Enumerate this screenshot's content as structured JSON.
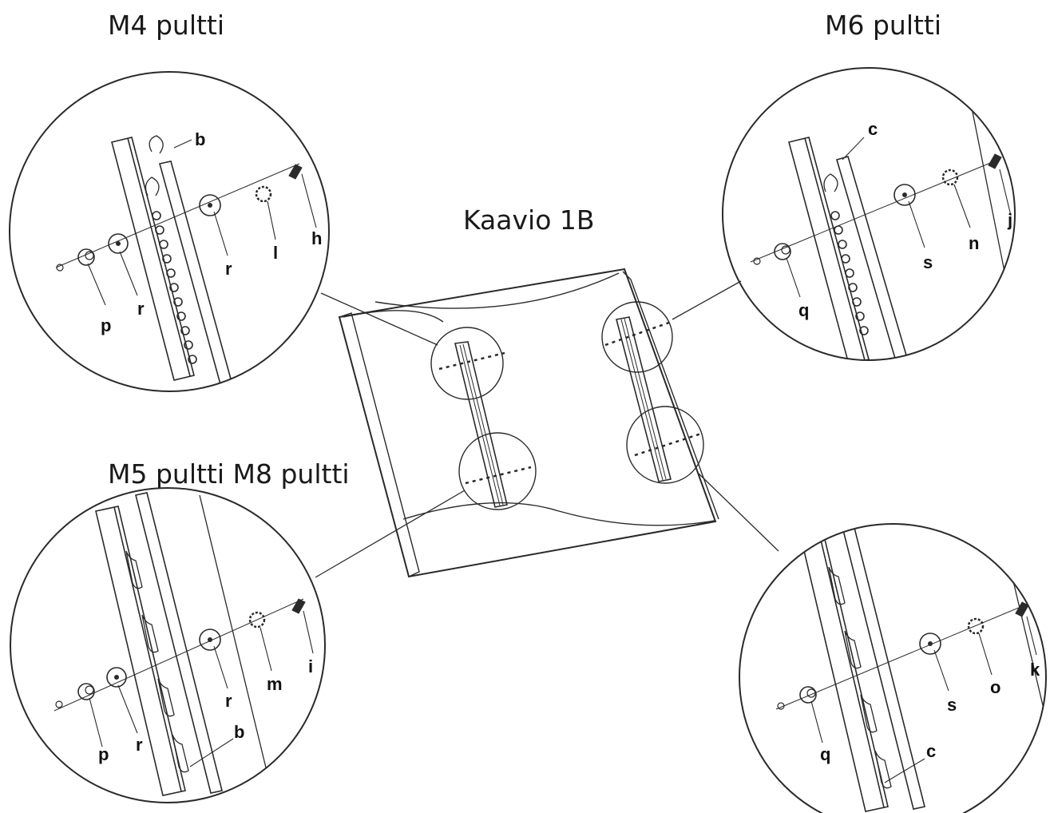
{
  "headings": {
    "m4": "M4 pultti",
    "m6": "M6 pultti",
    "m5_m8": "M5 pultti M8 pultti",
    "center": "Kaavio 1B"
  },
  "callouts": {
    "top_left": {
      "labels": {
        "bracket": "b",
        "screw": "h",
        "washer_outer": "r",
        "lock_washer": "l",
        "washer_inner": "r",
        "spacer": "p"
      }
    },
    "top_right": {
      "labels": {
        "bracket": "c",
        "screw": "j",
        "washer_outer": "s",
        "lock_washer": "n",
        "spacer": "q"
      }
    },
    "bottom_left": {
      "labels": {
        "bracket": "b",
        "screw": "i",
        "washer_outer": "r",
        "lock_washer": "m",
        "washer_inner": "r",
        "spacer": "p"
      }
    },
    "bottom_right": {
      "labels": {
        "bracket": "c",
        "screw": "k",
        "washer_outer": "s",
        "lock_washer": "o",
        "spacer": "q"
      }
    }
  },
  "colors": {
    "line": "#2a2a2a",
    "background": "#ffffff"
  }
}
